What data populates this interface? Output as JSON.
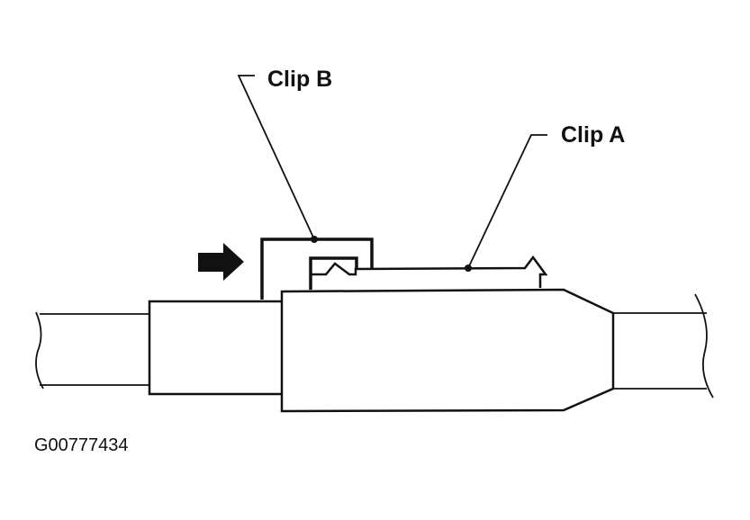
{
  "labels": {
    "clip_b": "Clip B",
    "clip_a": "Clip A",
    "figure_id": "G00777434"
  },
  "colors": {
    "ink": "#111111",
    "background": "#ffffff"
  },
  "icons": {
    "direction_arrow": "arrow-right-icon"
  }
}
